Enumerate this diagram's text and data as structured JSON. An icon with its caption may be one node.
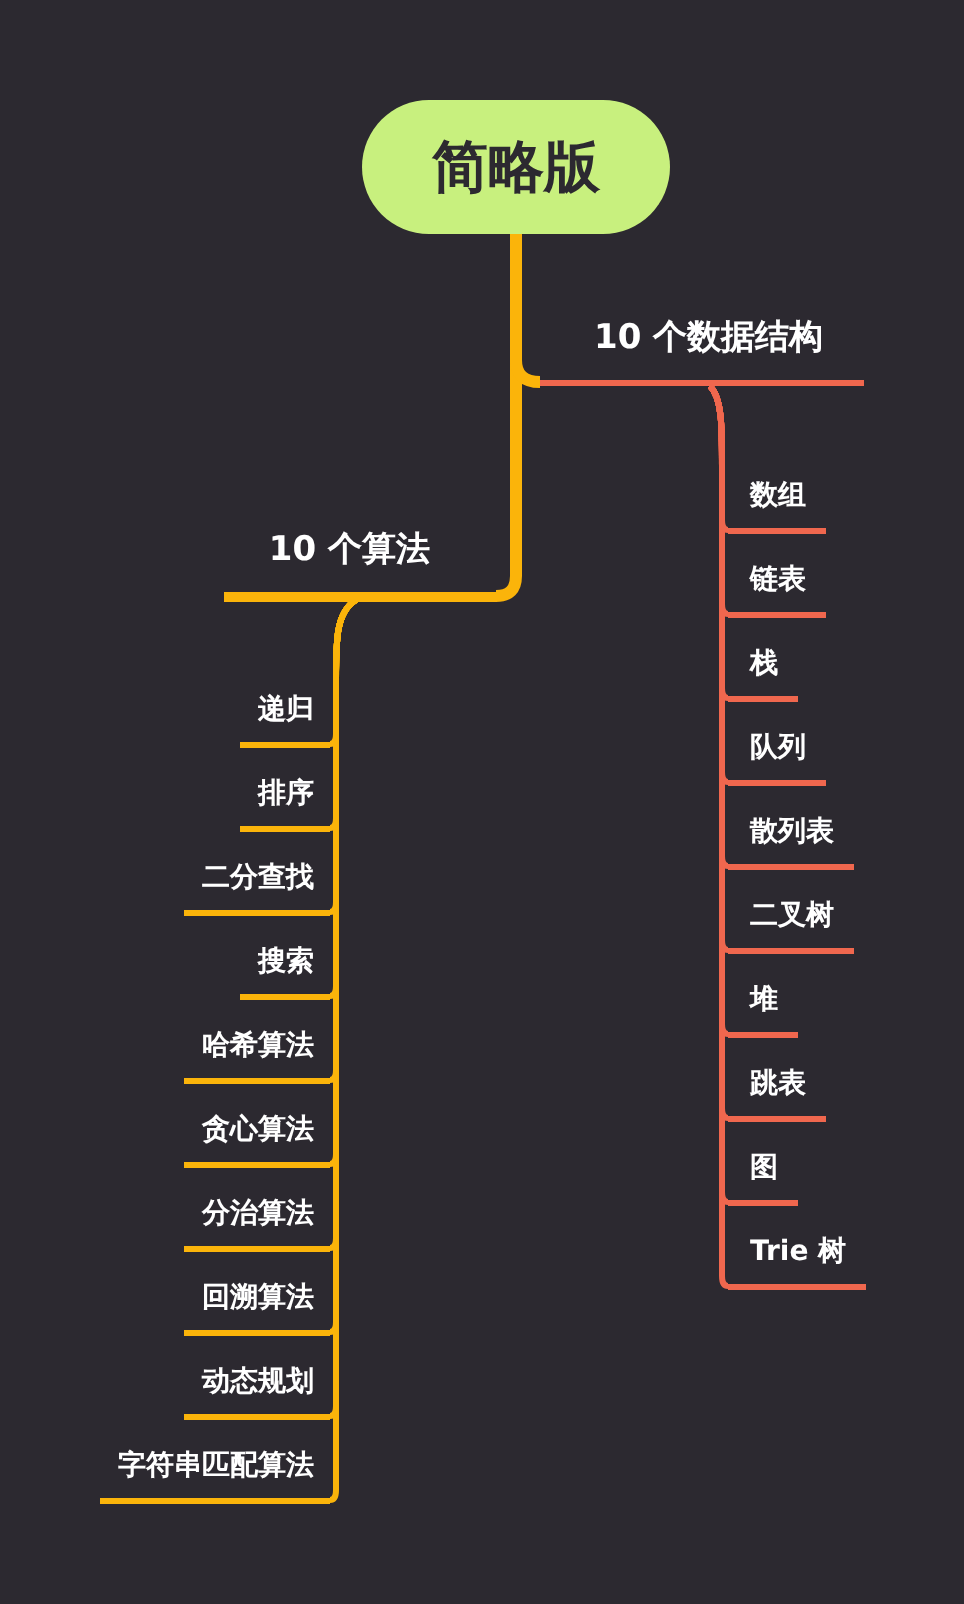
{
  "diagram": {
    "nodes": [
      {
        "text": [
          "简略版"
        ]
      },
      {
        "text": [
          "10 个数据结构"
        ]
      },
      {
        "text": [
          "数组"
        ]
      },
      {
        "text": [
          "链表"
        ]
      },
      {
        "text": [
          "栈"
        ]
      },
      {
        "text": [
          "队列"
        ]
      },
      {
        "text": [
          "散列表"
        ]
      },
      {
        "text": [
          "二叉树"
        ]
      },
      {
        "text": [
          "堆"
        ]
      },
      {
        "text": [
          "跳表"
        ]
      },
      {
        "text": [
          "图"
        ]
      },
      {
        "text": [
          "Trie 树"
        ]
      },
      {
        "text": [
          "10 个算法"
        ]
      },
      {
        "text": [
          "递归"
        ]
      },
      {
        "text": [
          "排序"
        ]
      },
      {
        "text": [
          "二分查找"
        ]
      },
      {
        "text": [
          "搜索"
        ]
      },
      {
        "text": [
          "哈希算法"
        ]
      },
      {
        "text": [
          "贪心算法"
        ]
      },
      {
        "text": [
          "分治算法"
        ]
      },
      {
        "text": [
          "回溯算法"
        ]
      },
      {
        "text": [
          "动态规划"
        ]
      },
      {
        "text": [
          "字符串匹配算法"
        ]
      }
    ],
    "edges": [
      {
        "from": 0,
        "to": 1,
        "arrow": "none",
        "style": "thick"
      },
      {
        "from": 0,
        "to": 12,
        "arrow": "none",
        "style": "thick"
      },
      {
        "from": 1,
        "to": 2,
        "arrow": "none",
        "color": "#f0674e"
      },
      {
        "from": 1,
        "to": 3,
        "arrow": "none",
        "color": "#f0674e"
      },
      {
        "from": 1,
        "to": 4,
        "arrow": "none",
        "color": "#f0674e"
      },
      {
        "from": 1,
        "to": 5,
        "arrow": "none",
        "color": "#f0674e"
      },
      {
        "from": 1,
        "to": 6,
        "arrow": "none",
        "color": "#f0674e"
      },
      {
        "from": 1,
        "to": 7,
        "arrow": "none",
        "color": "#f0674e"
      },
      {
        "from": 1,
        "to": 8,
        "arrow": "none",
        "color": "#f0674e"
      },
      {
        "from": 1,
        "to": 9,
        "arrow": "none",
        "color": "#f0674e"
      },
      {
        "from": 1,
        "to": 10,
        "arrow": "none",
        "color": "#f0674e"
      },
      {
        "from": 1,
        "to": 11,
        "arrow": "none",
        "color": "#f0674e"
      },
      {
        "from": 12,
        "to": 13,
        "arrow": "none"
      },
      {
        "from": 12,
        "to": 14,
        "arrow": "none"
      },
      {
        "from": 12,
        "to": 15,
        "arrow": "none"
      },
      {
        "from": 12,
        "to": 16,
        "arrow": "none"
      },
      {
        "from": 12,
        "to": 17,
        "arrow": "none"
      },
      {
        "from": 12,
        "to": 18,
        "arrow": "none"
      },
      {
        "from": 12,
        "to": 19,
        "arrow": "none"
      },
      {
        "from": 12,
        "to": 20,
        "arrow": "none"
      },
      {
        "from": 12,
        "to": 21,
        "arrow": "none"
      },
      {
        "from": 12,
        "to": 22,
        "arrow": "none"
      }
    ]
  }
}
